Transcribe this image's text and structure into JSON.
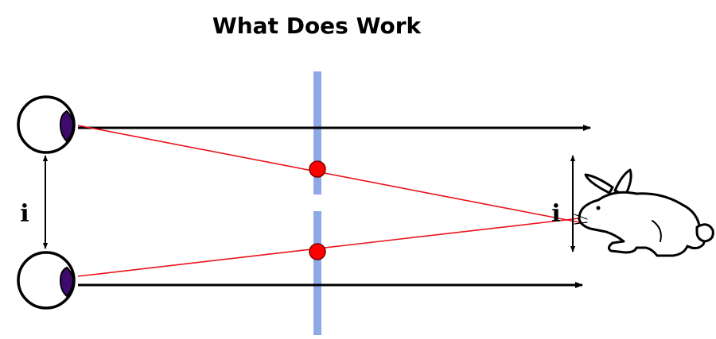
{
  "title": "What Does Work",
  "labels": {
    "left_separation": "i",
    "right_separation": "i"
  },
  "colors": {
    "screen": "#8fa9e6",
    "ray": "#e8141c",
    "dot": "#ff0000",
    "pupil": "#3f0a6e",
    "line": "#000000"
  },
  "icons": {
    "eye": "eye-icon",
    "rabbit": "rabbit-icon"
  }
}
